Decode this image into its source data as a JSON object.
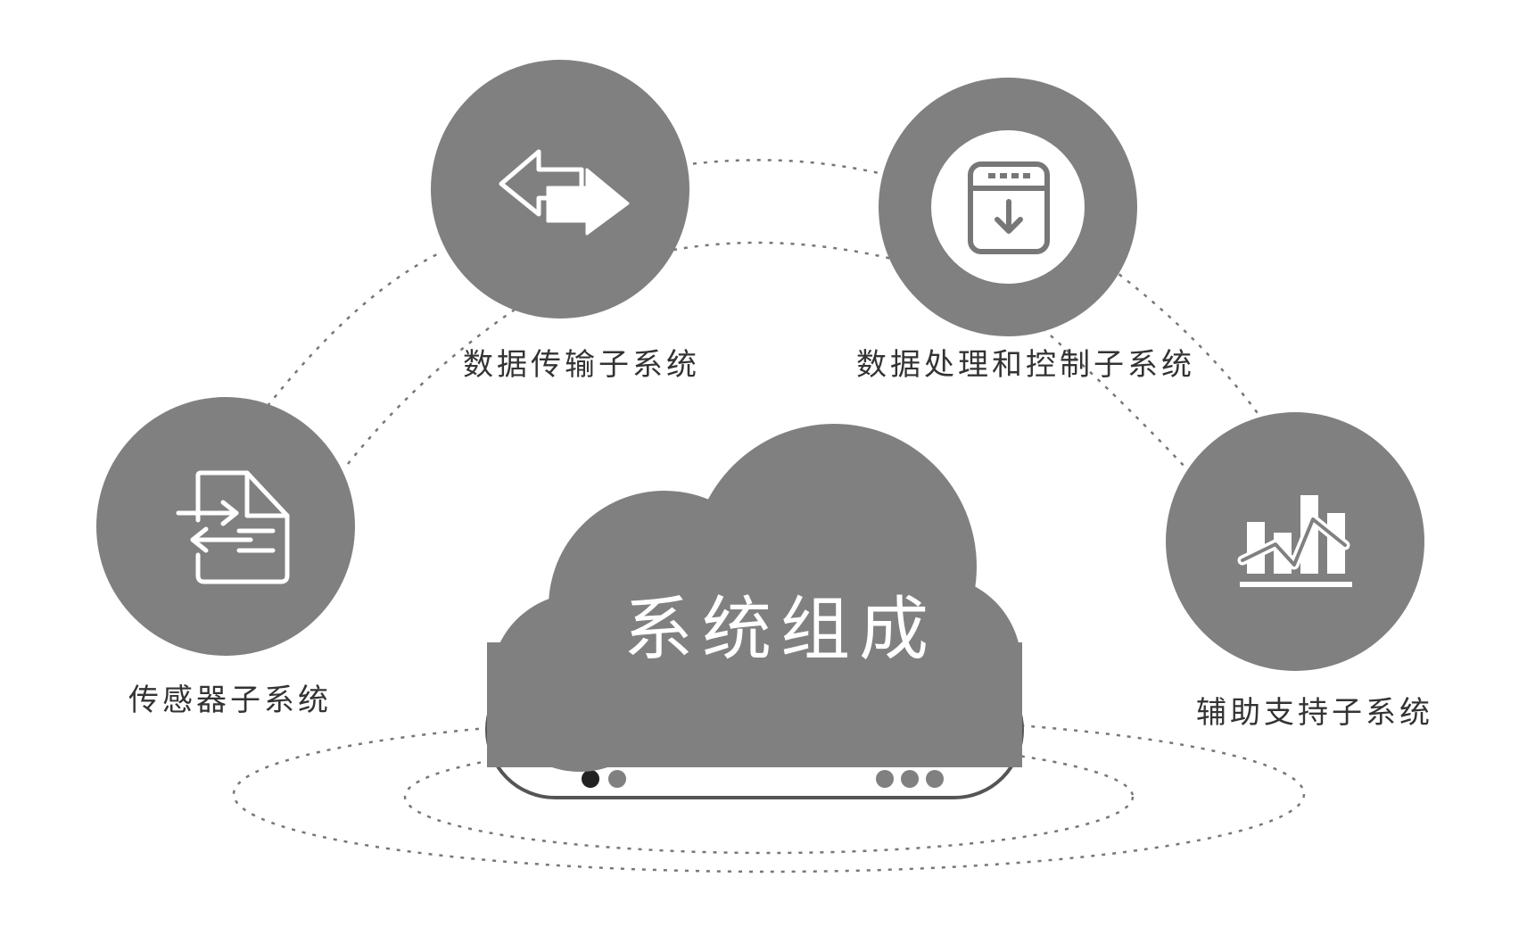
{
  "center": {
    "title": "系统组成"
  },
  "nodes": [
    {
      "id": "sensor",
      "label": "传感器子系统",
      "icon": "document-exchange-icon"
    },
    {
      "id": "transmission",
      "label": "数据传输子系统",
      "icon": "bidirectional-arrows-icon"
    },
    {
      "id": "processing",
      "label": "数据处理和控制子系统",
      "icon": "window-download-icon"
    },
    {
      "id": "support",
      "label": "辅助支持子系统",
      "icon": "bar-line-chart-icon"
    }
  ],
  "colors": {
    "node_fill": "#808080",
    "cloud_fill": "#808080",
    "icon_stroke": "#ffffff",
    "dashed_line": "#777777",
    "label_text": "#333333",
    "dock_outline": "#555555",
    "dot_active": "#222222",
    "dot_inactive": "#808080"
  }
}
